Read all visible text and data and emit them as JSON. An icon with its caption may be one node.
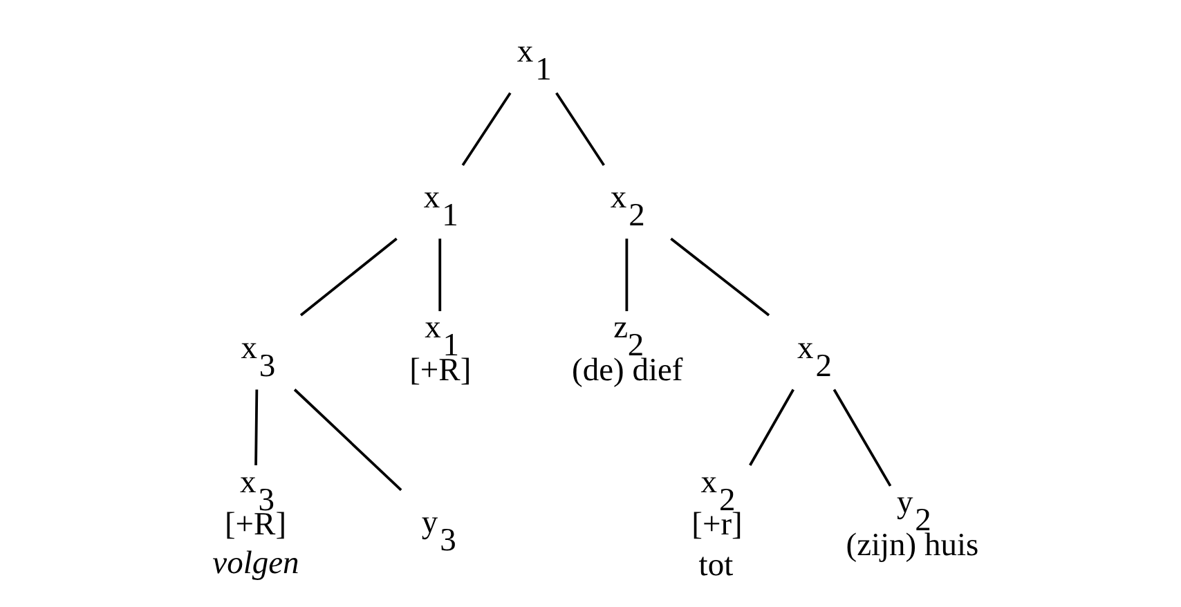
{
  "diagram": {
    "nodes": [
      {
        "text": [
          "x$_{1}$"
        ]
      },
      {
        "text": [
          "x$_{1}$"
        ]
      },
      {
        "text": [
          "x$_{2}$"
        ]
      },
      {
        "text": [
          "x$_{3}$"
        ]
      },
      {
        "text": [
          "x$_{1}$"
        ],
        "beside": [
          "[+R]"
        ]
      },
      {
        "text": [
          "z$_{2}$"
        ],
        "beside": [
          "(de) dief"
        ]
      },
      {
        "text": [
          "x$_{2}$"
        ]
      },
      {
        "text": [
          "x$_{3}$"
        ],
        "beside": [
          "[+R]",
          "volgen"
        ]
      },
      {
        "text": [
          "y$_{3}$"
        ]
      },
      {
        "text": [
          "x$_{2}$"
        ],
        "beside": [
          "[+r]",
          "tot"
        ]
      },
      {
        "text": [
          "y$_{2}$"
        ],
        "beside": [
          "(zijn) huis"
        ]
      }
    ],
    "edges": [
      {
        "from": 0,
        "to": 1,
        "arrow": "none"
      },
      {
        "from": 0,
        "to": 2,
        "arrow": "none"
      },
      {
        "from": 1,
        "to": 3,
        "arrow": "none"
      },
      {
        "from": 1,
        "to": 4,
        "arrow": "none"
      },
      {
        "from": 2,
        "to": 5,
        "arrow": "none"
      },
      {
        "from": 2,
        "to": 6,
        "arrow": "none"
      },
      {
        "from": 3,
        "to": 7,
        "arrow": "none"
      },
      {
        "from": 3,
        "to": 8,
        "arrow": "none"
      },
      {
        "from": 6,
        "to": 9,
        "arrow": "none"
      },
      {
        "from": 6,
        "to": 10,
        "arrow": "none"
      }
    ]
  }
}
